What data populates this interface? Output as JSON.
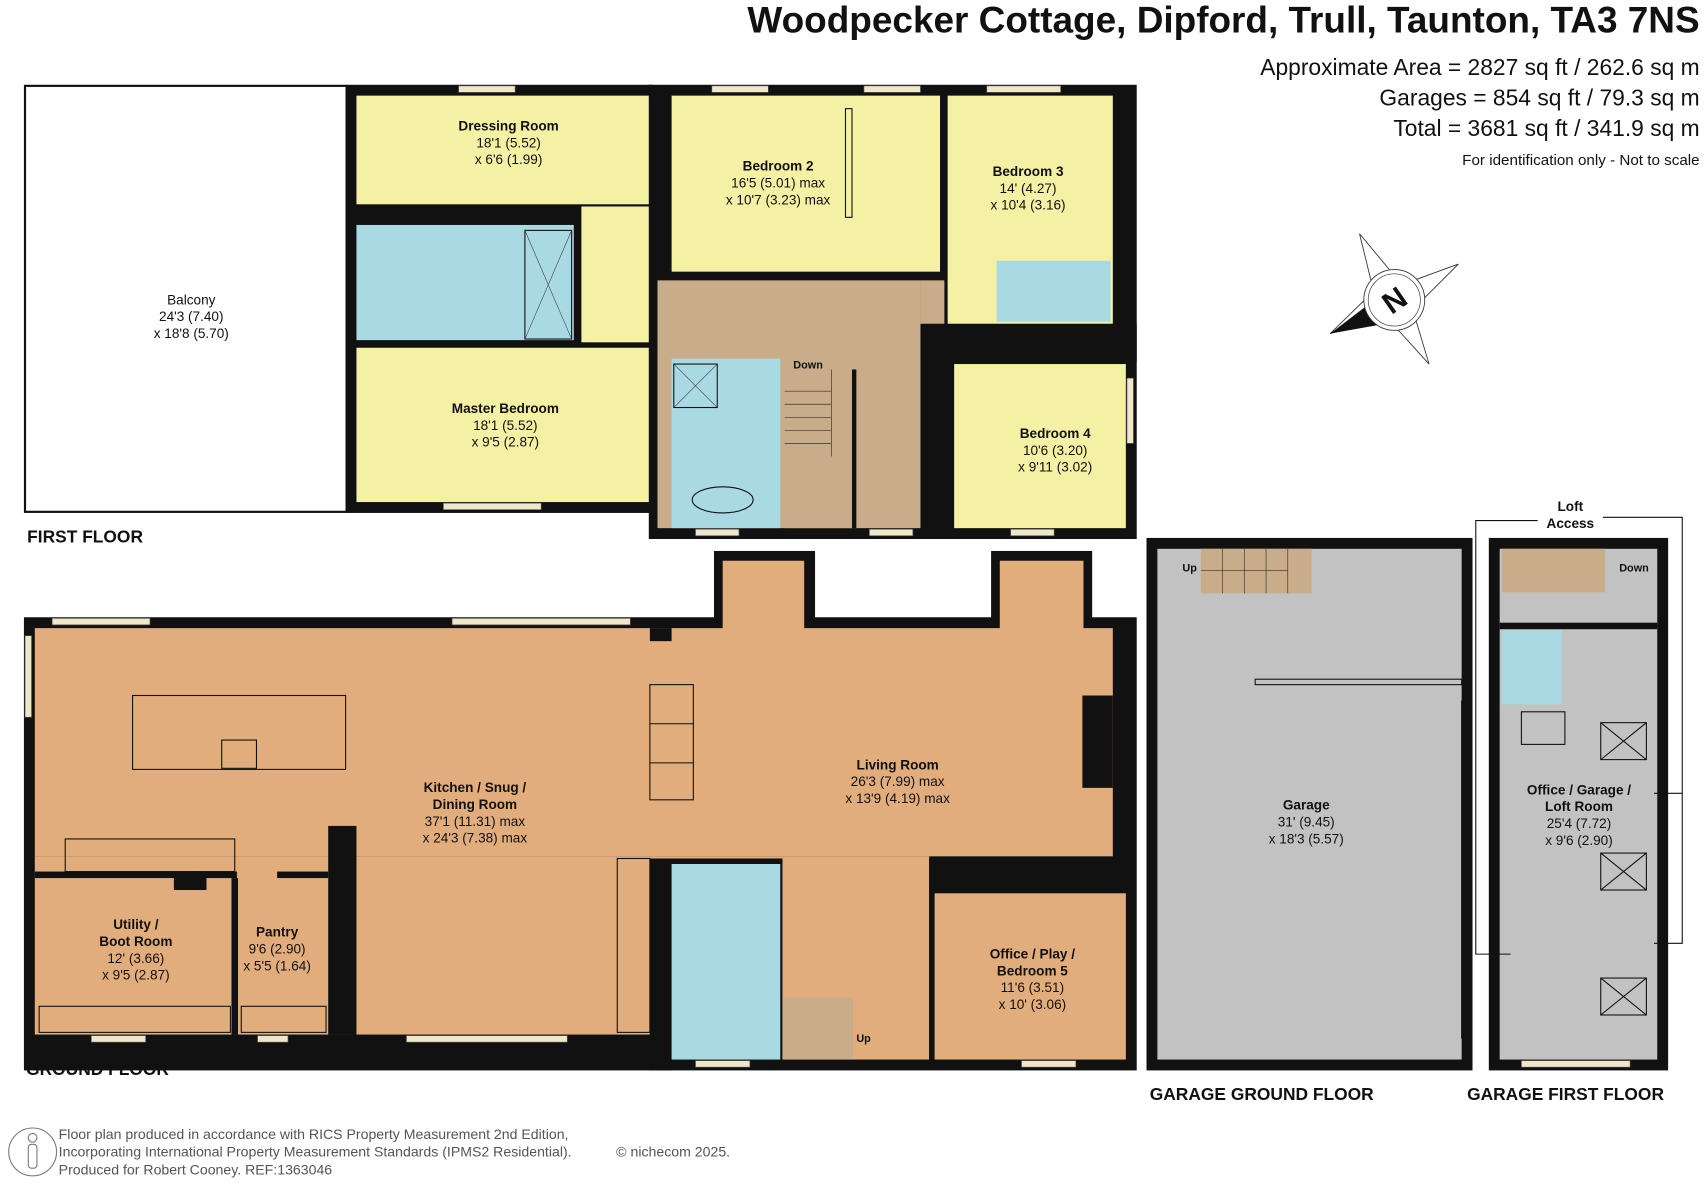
{
  "header": {
    "title": "Woodpecker Cottage, Dipford, Trull, Taunton, TA3 7NS",
    "areas": [
      "Approximate Area = 2827 sq ft / 262.6 sq m",
      "Garages = 854 sq ft / 79.3 sq m",
      "Total = 3681 sq ft / 341.9 sq m"
    ],
    "note": "For identification only - Not to scale"
  },
  "compass": {
    "icon": "north-compass-icon",
    "letter": "N"
  },
  "floors": {
    "first": "FIRST FLOOR",
    "ground": "GROUND FLOOR",
    "garage_ground": "GARAGE GROUND FLOOR",
    "garage_first": "GARAGE FIRST FLOOR"
  },
  "colors": {
    "first_floor_rooms": "#f4f0a4",
    "bathrooms": "#a9d9e2",
    "circulation": "#c9ad8a",
    "ground_floor_rooms": "#e2ad7c",
    "garage": "#c2c2c2"
  },
  "rooms": [
    {
      "id": "balcony",
      "name": [
        "Balcony"
      ],
      "dims": [
        "24'3 (7.40)",
        "x 18'8 (5.70)"
      ],
      "bold": false
    },
    {
      "id": "dressing",
      "name": [
        "Dressing Room"
      ],
      "dims": [
        "18'1 (5.52)",
        "x 6'6 (1.99)"
      ]
    },
    {
      "id": "bed2",
      "name": [
        "Bedroom 2"
      ],
      "dims": [
        "16'5 (5.01) max",
        "x 10'7 (3.23) max"
      ]
    },
    {
      "id": "bed3",
      "name": [
        "Bedroom 3"
      ],
      "dims": [
        "14' (4.27)",
        "x 10'4 (3.16)"
      ]
    },
    {
      "id": "master",
      "name": [
        "Master Bedroom"
      ],
      "dims": [
        "18'1 (5.52)",
        "x 9'5 (2.87)"
      ]
    },
    {
      "id": "bed4",
      "name": [
        "Bedroom 4"
      ],
      "dims": [
        "10'6 (3.20)",
        "x 9'11 (3.02)"
      ]
    },
    {
      "id": "kitchen",
      "name": [
        "Kitchen / Snug /",
        "Dining Room"
      ],
      "dims": [
        "37'1 (11.31) max",
        "x 24'3 (7.38) max"
      ]
    },
    {
      "id": "living",
      "name": [
        "Living Room"
      ],
      "dims": [
        "26'3 (7.99) max",
        "x 13'9 (4.19) max"
      ]
    },
    {
      "id": "utility",
      "name": [
        "Utility /",
        "Boot Room"
      ],
      "dims": [
        "12' (3.66)",
        "x 9'5 (2.87)"
      ]
    },
    {
      "id": "pantry",
      "name": [
        "Pantry"
      ],
      "dims": [
        "9'6 (2.90)",
        "x 5'5 (1.64)"
      ]
    },
    {
      "id": "office",
      "name": [
        "Office / Play /",
        "Bedroom 5"
      ],
      "dims": [
        "11'6 (3.51)",
        "x 10' (3.06)"
      ]
    },
    {
      "id": "garage",
      "name": [
        "Garage"
      ],
      "dims": [
        "31' (9.45)",
        "x 18'3 (5.57)"
      ]
    },
    {
      "id": "loftroom",
      "name": [
        "Office / Garage /",
        "Loft Room"
      ],
      "dims": [
        "25'4 (7.72)",
        "x 9'6 (2.90)"
      ]
    }
  ],
  "stair_labels": {
    "first_down": "Down",
    "ground_up": "Up",
    "garage_up": "Up",
    "garage_first_down": "Down"
  },
  "loft_access": [
    "Loft",
    "Access"
  ],
  "footer": {
    "lines": [
      "Floor plan produced in accordance with RICS Property Measurement 2nd Edition,",
      "Incorporating International Property Measurement Standards (IPMS2 Residential).",
      "Produced for Robert Cooney.   REF:1363046"
    ],
    "copyright": "© nichecom 2025.",
    "icon": "person-icon"
  }
}
